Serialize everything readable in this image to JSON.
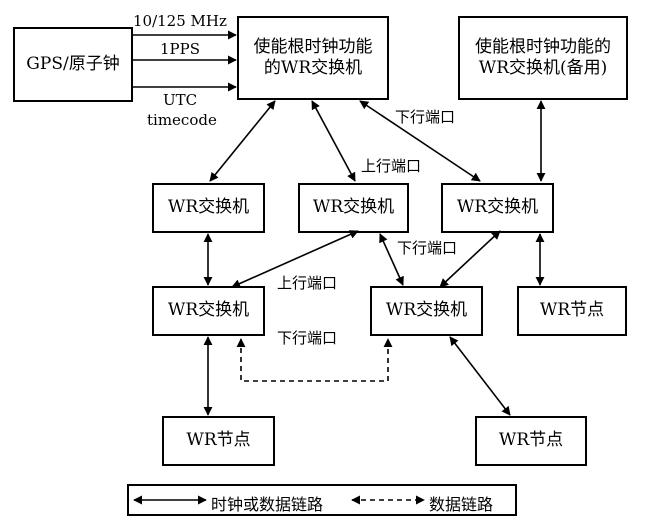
{
  "nodes": {
    "gps": "GPS/原子钟",
    "root_l1": "使能根时钟功能",
    "root_l2": "的WR交换机",
    "backup_l1": "使能根时钟功能的",
    "backup_l2": "WR交换机(备用)",
    "sw_left": "WR交换机",
    "sw_mid": "WR交换机",
    "sw_right": "WR交换机",
    "sw_lower_left": "WR交换机",
    "sw_lower_mid": "WR交换机",
    "node_right": "WR节点",
    "node_bottom_left": "WR节点",
    "node_bottom_right": "WR节点"
  },
  "signals": {
    "freq": "10/125 MHz",
    "pps": "1PPS",
    "utc_l1": "UTC",
    "utc_l2": "timecode"
  },
  "port_labels": {
    "down_root": "下行端口",
    "up_mid": "上行端口",
    "down_mid": "下行端口",
    "up_lower_left": "上行端口",
    "down_lower_left": "下行端口"
  },
  "legend": {
    "solid": "时钟或数据链路",
    "dashed": "数据链路"
  }
}
